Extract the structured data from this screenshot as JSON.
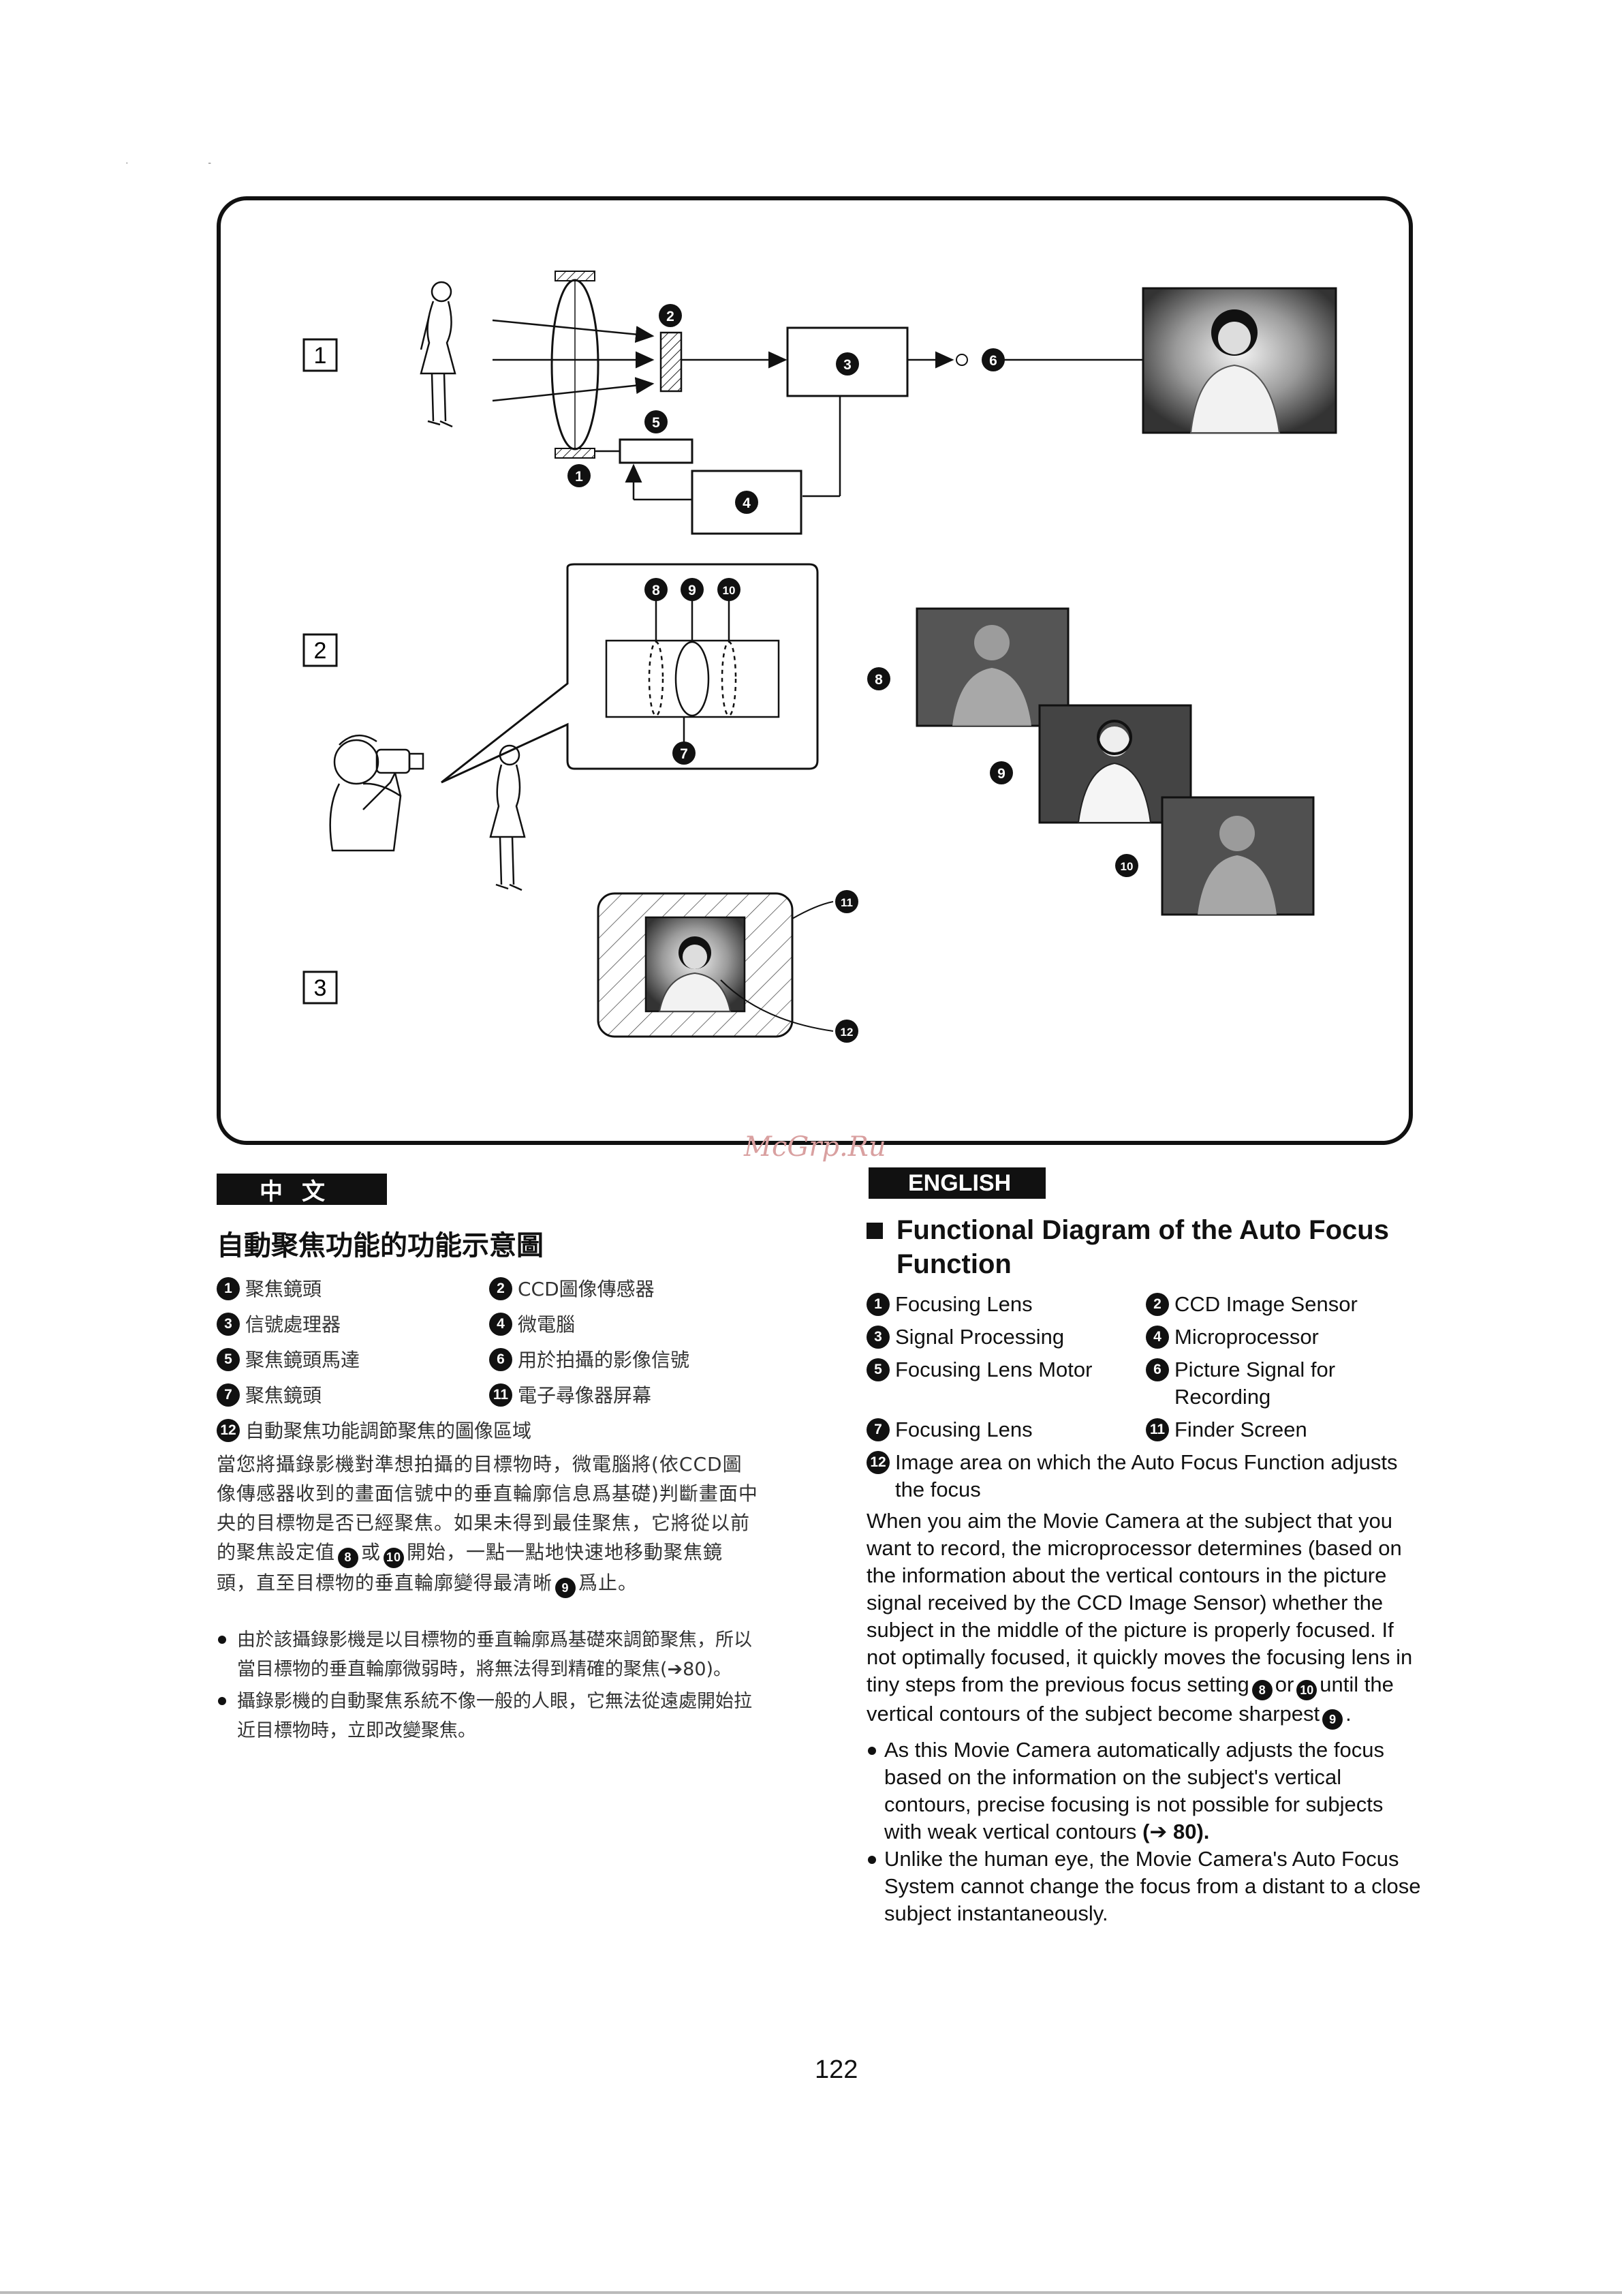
{
  "diagram": {
    "rows": [
      "1",
      "2",
      "3"
    ],
    "markers": [
      "1",
      "2",
      "3",
      "4",
      "5",
      "6",
      "7",
      "8",
      "9",
      "10",
      "11",
      "12"
    ]
  },
  "watermark": "McGrp.Ru",
  "chinese": {
    "header": "中文",
    "title": "自動聚焦功能的功能示意圖",
    "legend": [
      {
        "n": "1",
        "text": "聚焦鏡頭"
      },
      {
        "n": "2",
        "text": "CCD圖像傳感器"
      },
      {
        "n": "3",
        "text": "信號處理器"
      },
      {
        "n": "4",
        "text": "微電腦"
      },
      {
        "n": "5",
        "text": "聚焦鏡頭馬達"
      },
      {
        "n": "6",
        "text": "用於拍攝的影像信號"
      },
      {
        "n": "7",
        "text": "聚焦鏡頭"
      },
      {
        "n": "11",
        "text": "電子尋像器屏幕"
      },
      {
        "n": "12",
        "text": "自動聚焦功能調節聚焦的圖像區域"
      }
    ],
    "para_a": "當您將攝錄影機對準想拍攝的目標物時，微電腦將(依CCD圖像傳感器收到的畫面信號中的垂直輪廓信息爲基礎)判斷畫面中央的目標物是否已經聚焦。如果未得到最佳聚焦，它將從以前的聚焦設定值",
    "para_m1": "8",
    "para_b": "或",
    "para_m2": "10",
    "para_c": "開始，一點一點地快速地移動聚焦鏡頭，直至目標物的垂直輪廓變得最清晰",
    "para_m3": "9",
    "para_d": "爲止。",
    "bullet1": "由於該攝錄影機是以目標物的垂直輪廓爲基礎來調節聚焦，所以當目標物的垂直輪廓微弱時，將無法得到精確的聚焦(➔80)。",
    "bullet2": "攝錄影機的自動聚焦系統不像一般的人眼，它無法從遠處開始拉近目標物時，立即改變聚焦。"
  },
  "english": {
    "header": "ENGLISH",
    "title": "Functional Diagram of the Auto Focus Function",
    "legend": [
      {
        "n": "1",
        "text": "Focusing Lens"
      },
      {
        "n": "2",
        "text": "CCD Image Sensor"
      },
      {
        "n": "3",
        "text": "Signal Processing"
      },
      {
        "n": "4",
        "text": "Microprocessor"
      },
      {
        "n": "5",
        "text": "Focusing Lens Motor"
      },
      {
        "n": "6",
        "text": "Picture Signal for Recording"
      },
      {
        "n": "7",
        "text": "Focusing Lens"
      },
      {
        "n": "11",
        "text": "Finder Screen"
      },
      {
        "n": "12",
        "text": "Image area on which the Auto Focus Function adjusts the focus"
      }
    ],
    "para_a": "When you aim the Movie Camera at the subject that you want to record, the microprocessor determines (based on the information about the vertical contours in the picture signal received by the CCD Image Sensor) whether the subject in the middle of the picture is properly focused. If not optimally focused, it quickly moves the focusing lens in tiny steps from the previous focus setting",
    "para_m1": "8",
    "para_b": "or",
    "para_m2": "10",
    "para_c": "until the vertical contours of the subject become sharpest",
    "para_m3": "9",
    "para_d": ".",
    "bullet1_a": "As this Movie Camera automatically adjusts the focus based on the information on the subject's vertical contours, precise focusing is not possible for subjects with weak vertical contours",
    "bullet1_ref": "(➔ 80).",
    "bullet2": "Unlike the human eye, the Movie Camera's Auto Focus System cannot change the focus from a distant to a close subject instantaneously."
  },
  "page_number": "122"
}
